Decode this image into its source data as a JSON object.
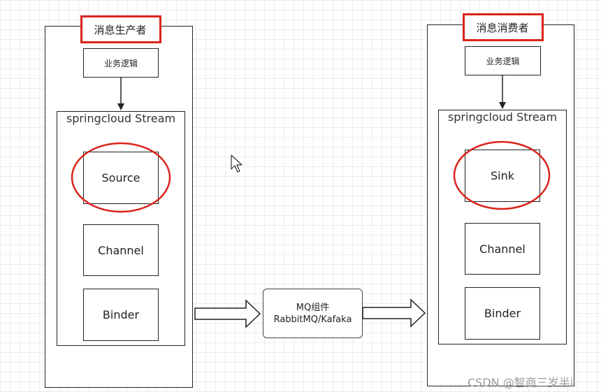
{
  "producer": {
    "title": "消息生产者",
    "business_logic": "业务逻辑",
    "stream_label": "springcloud Stream",
    "source": "Source",
    "channel": "Channel",
    "binder": "Binder"
  },
  "consumer": {
    "title": "消息消费者",
    "business_logic": "业务逻辑",
    "stream_label": "springcloud Stream",
    "sink": "Sink",
    "channel": "Channel",
    "binder": "Binder"
  },
  "mq": {
    "line1": "MQ组件",
    "line2": "RabbitMQ/Kafaka"
  },
  "watermark": "CSDN @智商三岁半i",
  "colors": {
    "highlight": "#d9241b",
    "stroke": "#222222",
    "grid": "#ececec"
  }
}
